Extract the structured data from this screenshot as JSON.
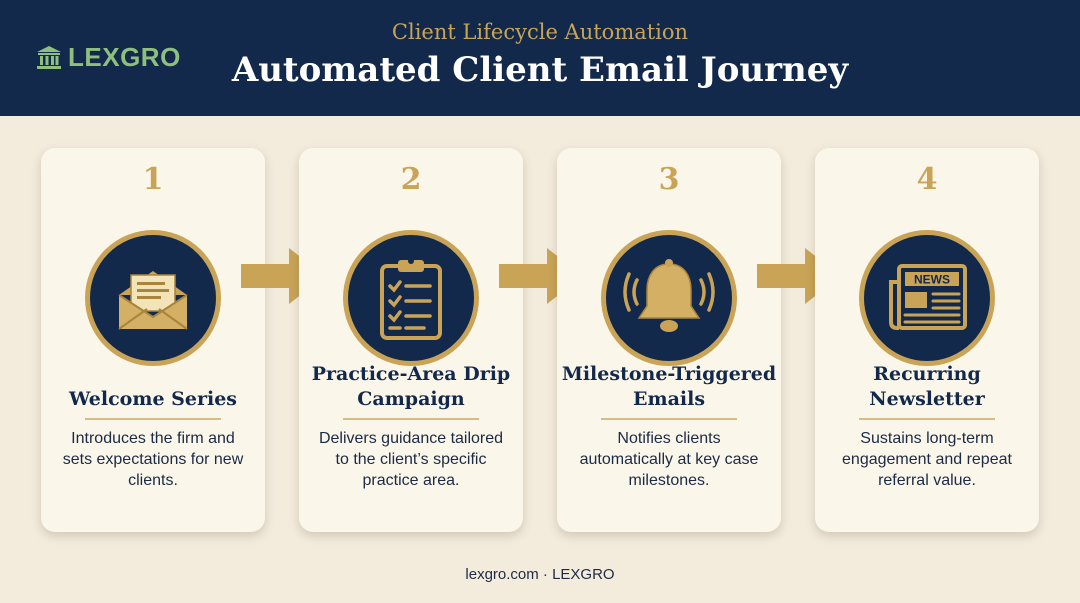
{
  "header": {
    "logo_text": "LEXGRO",
    "subtitle": "Client Lifecycle Automation",
    "title": "Automated Client Email Journey"
  },
  "steps": [
    {
      "number": "1",
      "icon": "envelope-icon",
      "title": "Welcome Series",
      "description": "Introduces the firm and sets expectations for new clients."
    },
    {
      "number": "2",
      "icon": "clipboard-checklist-icon",
      "title": "Practice-Area Drip Campaign",
      "description": "Delivers guidance tailored to the client’s specific practice area."
    },
    {
      "number": "3",
      "icon": "bell-icon",
      "title": "Milestone-Triggered Emails",
      "description": "Notifies clients automatically at key case milestones."
    },
    {
      "number": "4",
      "icon": "newspaper-icon",
      "title": "Recurring Newsletter",
      "description": "Sustains long-term engagement and repeat referral value."
    }
  ],
  "icon_labels": {
    "newspaper_masthead": "NEWS"
  },
  "footer": {
    "text": "lexgro.com · LEXGRO"
  },
  "colors": {
    "navy": "#13294b",
    "gold": "#c9a457",
    "background": "#f3ebdc",
    "card": "#fbf6ea",
    "logo_green": "#8fbf7e"
  }
}
